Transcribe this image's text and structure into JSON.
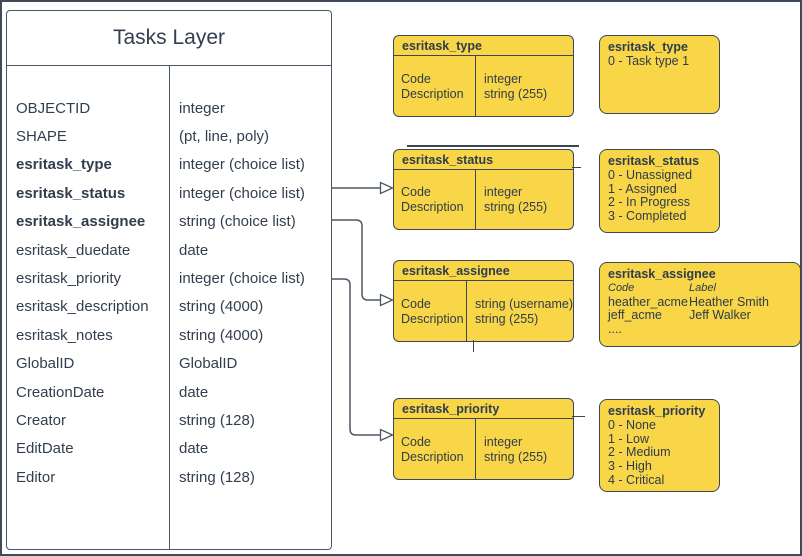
{
  "colors": {
    "shape_fill": "#f8d648",
    "shape_border": "#3c4755",
    "text": "#323e4d",
    "connector": "#4d5865"
  },
  "tasks_layer": {
    "title": "Tasks Layer",
    "fields": [
      {
        "name": "OBJECTID",
        "type": "integer",
        "bold": false
      },
      {
        "name": "SHAPE",
        "type": "(pt, line, poly)",
        "bold": false
      },
      {
        "name": "esritask_type",
        "type": "integer (choice list)",
        "bold": true
      },
      {
        "name": "esritask_status",
        "type": "integer (choice list)",
        "bold": true
      },
      {
        "name": "esritask_assignee",
        "type": "string (choice list)",
        "bold": true
      },
      {
        "name": "esritask_duedate",
        "type": "date",
        "bold": false
      },
      {
        "name": "esritask_priority",
        "type": "integer (choice list)",
        "bold": false
      },
      {
        "name": "esritask_description",
        "type": "string (4000)",
        "bold": false
      },
      {
        "name": "esritask_notes",
        "type": "string (4000)",
        "bold": false
      },
      {
        "name": "GlobalID",
        "type": "GlobalID",
        "bold": false
      },
      {
        "name": "CreationDate",
        "type": "date",
        "bold": false
      },
      {
        "name": "Creator",
        "type": "string (128)",
        "bold": false
      },
      {
        "name": "EditDate",
        "type": "date",
        "bold": false
      },
      {
        "name": "Editor",
        "type": "string (128)",
        "bold": false
      }
    ]
  },
  "field_tables": [
    {
      "title": "esritask_type",
      "rows": [
        [
          "Code",
          "integer"
        ],
        [
          "Description",
          "string (255)"
        ]
      ]
    },
    {
      "title": "esritask_status",
      "rows": [
        [
          "Code",
          "integer"
        ],
        [
          "Description",
          "string (255)"
        ]
      ]
    },
    {
      "title": "esritask_assignee",
      "rows": [
        [
          "Code",
          "string (username)"
        ],
        [
          "Description",
          "string (255)"
        ]
      ]
    },
    {
      "title": "esritask_priority",
      "rows": [
        [
          "Code",
          "integer"
        ],
        [
          "Description",
          "string (255)"
        ]
      ]
    }
  ],
  "domain_boxes": [
    {
      "title": "esritask_type",
      "lines": [
        "0 - Task type 1"
      ]
    },
    {
      "title": "esritask_status",
      "lines": [
        "0 - Unassigned",
        "1 - Assigned",
        "2 - In Progress",
        "3 - Completed"
      ]
    },
    {
      "title": "esritask_assignee",
      "columns": [
        "Code",
        "Label"
      ],
      "rows": [
        [
          "heather_acme",
          "Heather Smith"
        ],
        [
          "jeff_acme",
          "Jeff Walker"
        ]
      ],
      "more": "...."
    },
    {
      "title": "esritask_priority",
      "lines": [
        "0 - None",
        "1 - Low",
        "2 - Medium",
        "3 - High",
        "4 - Critical"
      ]
    }
  ]
}
